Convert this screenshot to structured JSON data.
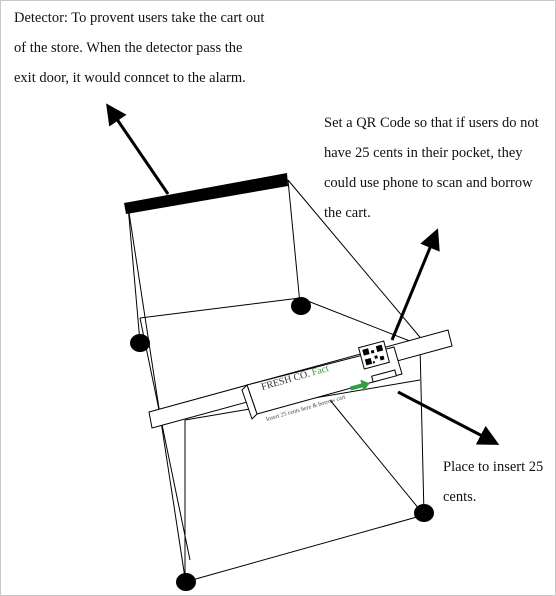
{
  "annotations": {
    "detector": [
      "Detector: To provent users take the cart out",
      "of the store. When the detector pass the",
      "exit door, it would conncet to the alarm."
    ],
    "qr_code": [
      "Set a QR Code so that if users do not",
      "have 25 cents in their pocket, they",
      "could use phone to scan and borrow",
      "the cart."
    ],
    "coin_slot": [
      "Place to insert 25",
      "cents."
    ]
  },
  "handle": {
    "brand": "FRESH CO.",
    "brand_suffix": "Fact",
    "instruction": "Insert 25 cents here & borrow cart"
  },
  "colors": {
    "line": "#000000",
    "arrow": "#000000",
    "detector_bar": "#000000",
    "brand_accent": "#3a9a3a",
    "insert_arrow": "#2e9e3e"
  }
}
